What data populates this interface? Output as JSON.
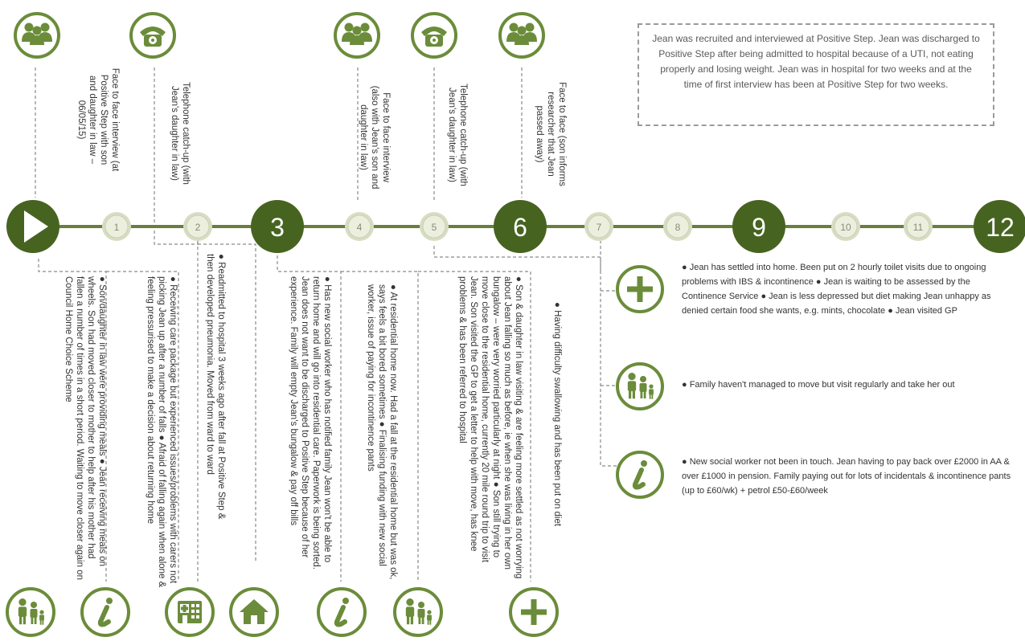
{
  "colors": {
    "dark_green": "#466420",
    "mid_green": "#6b8c3a",
    "light_fill": "#ecefdd",
    "line": "#6b7d3f",
    "dash": "#8a8a8a"
  },
  "months": [
    {
      "label": "1",
      "major": false
    },
    {
      "label": "2",
      "major": false
    },
    {
      "label": "3",
      "major": true
    },
    {
      "label": "4",
      "major": false
    },
    {
      "label": "5",
      "major": false
    },
    {
      "label": "6",
      "major": true
    },
    {
      "label": "7",
      "major": false
    },
    {
      "label": "8",
      "major": false
    },
    {
      "label": "9",
      "major": true
    },
    {
      "label": "10",
      "major": false
    },
    {
      "label": "11",
      "major": false
    },
    {
      "label": "12",
      "major": true
    }
  ],
  "top_events": [
    {
      "icon": "people-group-icon",
      "text": "Face to face interview (at Positive Step with son and daughter in law – 06/05/15)"
    },
    {
      "icon": "telephone-icon",
      "text": "Telephone catch-up (with Jean's daughter in law)"
    },
    {
      "icon": "people-group-icon",
      "text": "Face to face interview (also with Jean's son and daughter in law)"
    },
    {
      "icon": "telephone-icon",
      "text": "Telephone catch-up (with Jean's daughter in law)"
    },
    {
      "icon": "people-group-icon",
      "text": "Face to face (son informs researcher that Jean passed away)"
    }
  ],
  "bottom_notes": [
    {
      "icon": "family-icon",
      "text": "● Son/daughter in law were providing meals ● Jean receiving meals on wheels. Son had moved closer to mother to help after his mother had fallen a number of times in a short period. Waiting to move closer again on Council Home Choice Scheme"
    },
    {
      "icon": "info-icon",
      "text": "● Receiving care package but experienced issues/problems with carers not picking Jean up after a number of falls ● Afraid of falling again when alone & feeling pressurised to make a decision about returning home"
    },
    {
      "icon": "hospital-icon",
      "text": "● Readmitted to hospital 3 weeks ago after fall at Positive Step & then developed pneumonia. Moved from ward to ward"
    },
    {
      "icon": "home-icon",
      "text": "● Has new social worker who has notified family Jean won't be able to return home and will go into residential care. Paperwork is being sorted. Jean does not want to be discharged to Positive Step because of her experience. Family will empty Jean's bungalow & pay off bills"
    },
    {
      "icon": "info-icon",
      "text": "● At residential home now. Had a fall at the residential home but was ok, says feels a bit bored sometimes ● Finalising funding with new social worker, issue of paying for incontinence pants"
    },
    {
      "icon": "family-icon",
      "text": "● Son & daughter in law visiting & are feeling more settled as not worrying about Jean falling so much as before, ie when she was living in her own bungalow – were very worried particularly at night ● Son still trying to move close to the residential home, currently 20 mile round trip to visit Jean. Son visited the GP to get a letter to help with move, has knee problems & has been referred to hospital"
    },
    {
      "icon": "health-plus-icon",
      "text": "● Having difficulty swallowing and has been put on diet"
    }
  ],
  "summary_note": "Jean was recruited and interviewed at Positive Step. Jean was discharged to Positive Step after being admitted to hospital because of a UTI, not eating properly and losing weight. Jean was in hospital for two weeks and at the time of first interview has been at Positive Step for two weeks.",
  "right_notes": [
    {
      "icon": "health-plus-icon",
      "text": "● Jean has settled into home. Been put on 2 hourly toilet visits due to ongoing problems with IBS & incontinence ● Jean is waiting to be assessed by the Continence Service ● Jean is less depressed but diet making Jean unhappy as denied certain food she wants, e.g. mints, chocolate ● Jean visited GP"
    },
    {
      "icon": "family-icon",
      "text": "● Family haven't managed to move but visit regularly and take her out"
    },
    {
      "icon": "info-icon",
      "text": "● New social worker not been in touch. Jean having to pay back over £2000 in AA & over £1000 in pension. Family paying out for lots of incidentals & incontinence pants (up to £60/wk) + petrol £50-£60/week"
    }
  ]
}
